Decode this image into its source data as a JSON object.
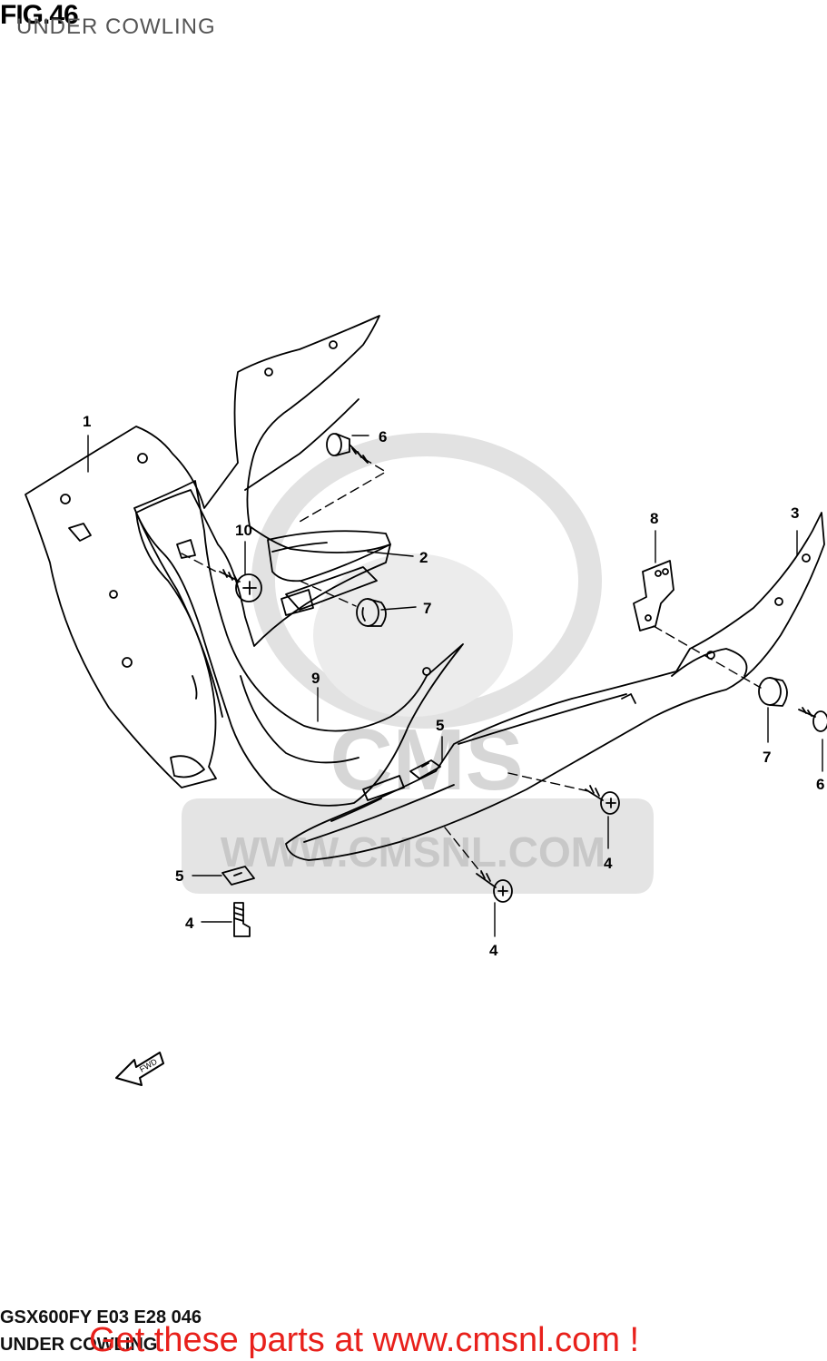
{
  "figure": {
    "title": "FIG.46",
    "subtitle": "UNDER COWLING",
    "model_code": "GSX600FY E03 E28 046",
    "model_name": "UNDER COWLING",
    "promo": "Get these parts at www.cmsnl.com !"
  },
  "watermark": {
    "text": "WWW.CMSNL.COM",
    "logo_text": "CMS"
  },
  "fwd_arrow": {
    "label": "FWD"
  },
  "callouts": [
    {
      "id": "c1",
      "label": "1"
    },
    {
      "id": "c2",
      "label": "2"
    },
    {
      "id": "c3",
      "label": "3"
    },
    {
      "id": "c4a",
      "label": "4"
    },
    {
      "id": "c4b",
      "label": "4"
    },
    {
      "id": "c4c",
      "label": "4"
    },
    {
      "id": "c5a",
      "label": "5"
    },
    {
      "id": "c5b",
      "label": "5"
    },
    {
      "id": "c6a",
      "label": "6"
    },
    {
      "id": "c6b",
      "label": "6"
    },
    {
      "id": "c7a",
      "label": "7"
    },
    {
      "id": "c7b",
      "label": "7"
    },
    {
      "id": "c8",
      "label": "8"
    },
    {
      "id": "c9",
      "label": "9"
    },
    {
      "id": "c10",
      "label": "10"
    }
  ],
  "colors": {
    "line": "#000000",
    "watermark": "#d9d9d9",
    "promo": "#e8201b"
  }
}
